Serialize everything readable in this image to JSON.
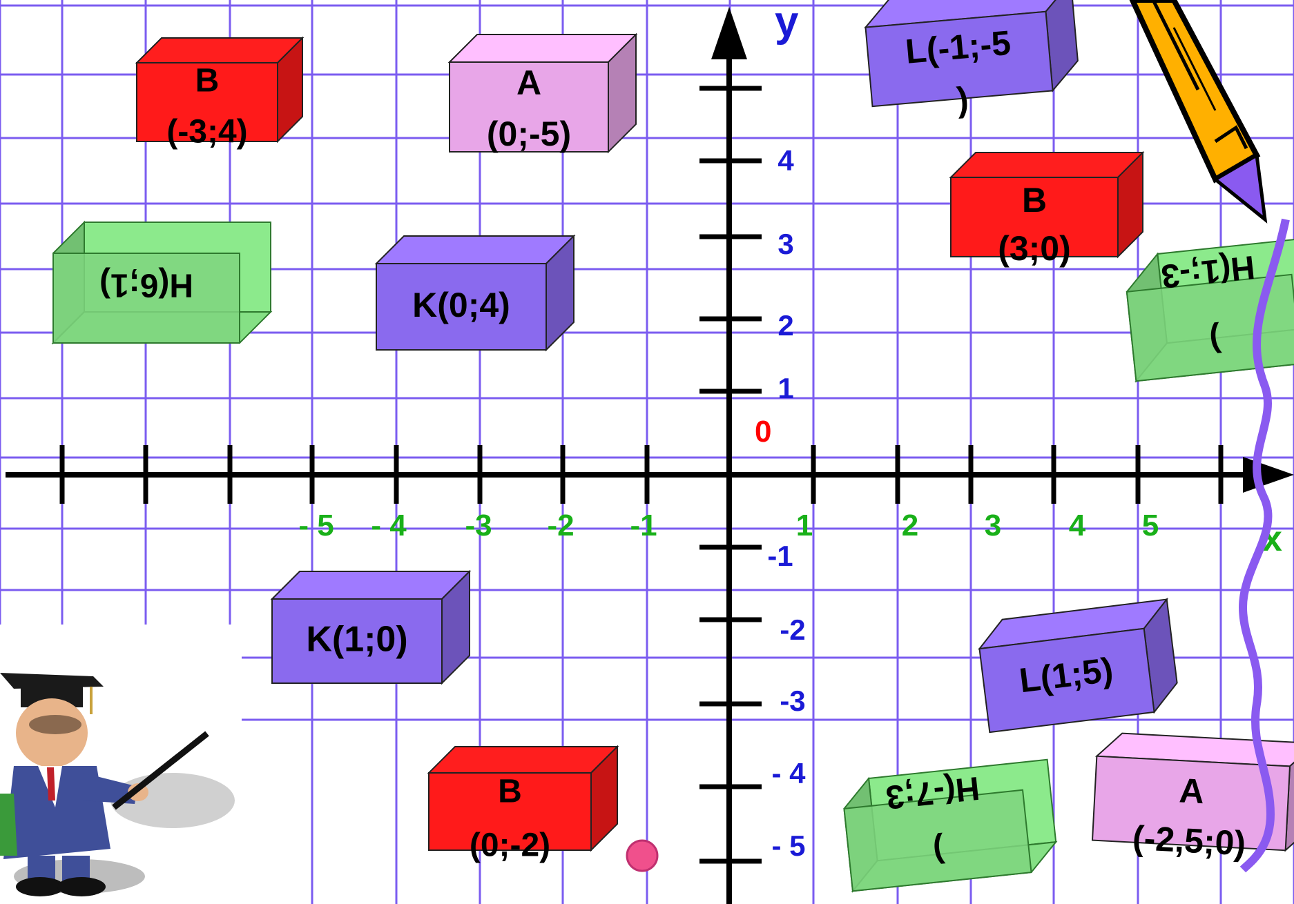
{
  "axes": {
    "x_label": "x",
    "y_label": "y",
    "origin_label": "0",
    "x_ticks": [
      "- 5",
      "- 4",
      "-3",
      "-2",
      "-1",
      "1",
      "2",
      "3",
      "4",
      "5"
    ],
    "y_ticks": [
      "4",
      "3",
      "2",
      "1",
      "-1",
      "-2",
      "-3",
      "- 4",
      "- 5"
    ]
  },
  "blocks": [
    {
      "lines": [
        "B",
        "(-3;4)"
      ],
      "color": "#ff1a1a",
      "style": "red"
    },
    {
      "lines": [
        "A",
        "(0;-5)"
      ],
      "color": "#e8a6e8",
      "style": "pink"
    },
    {
      "lines": [
        "L(-1;-5",
        ")"
      ],
      "color": "#8a6aee",
      "style": "purple"
    },
    {
      "lines": [
        "H(6;1)"
      ],
      "color": "#7fd57f",
      "style": "green",
      "mirrored": true
    },
    {
      "lines": [
        "K(0;4)"
      ],
      "color": "#8a6aee",
      "style": "purple"
    },
    {
      "lines": [
        "B",
        "(3;0)"
      ],
      "color": "#ff1a1a",
      "style": "red"
    },
    {
      "lines": [
        "H(1;-3",
        ")"
      ],
      "color": "#7fd57f",
      "style": "green",
      "mirrored": true
    },
    {
      "lines": [
        "K(1;0)"
      ],
      "color": "#8a6aee",
      "style": "purple"
    },
    {
      "lines": [
        "L(1;5)"
      ],
      "color": "#8a6aee",
      "style": "purple"
    },
    {
      "lines": [
        "B",
        "(0;-2)"
      ],
      "color": "#ff1a1a",
      "style": "red"
    },
    {
      "lines": [
        "H(-7;3",
        ")"
      ],
      "color": "#7fd57f",
      "style": "green",
      "mirrored": true
    },
    {
      "lines": [
        "A",
        "(-2,5;0)"
      ],
      "color": "#e8a6e8",
      "style": "pink"
    }
  ],
  "colors": {
    "grid": "#7b5cf0",
    "x_tick_labels": "#19b019",
    "y_tick_labels": "#1a1ad6",
    "origin": "#ff0000",
    "point": "#f0508c"
  },
  "decorations": [
    "pencil-icon",
    "professor-icon"
  ]
}
